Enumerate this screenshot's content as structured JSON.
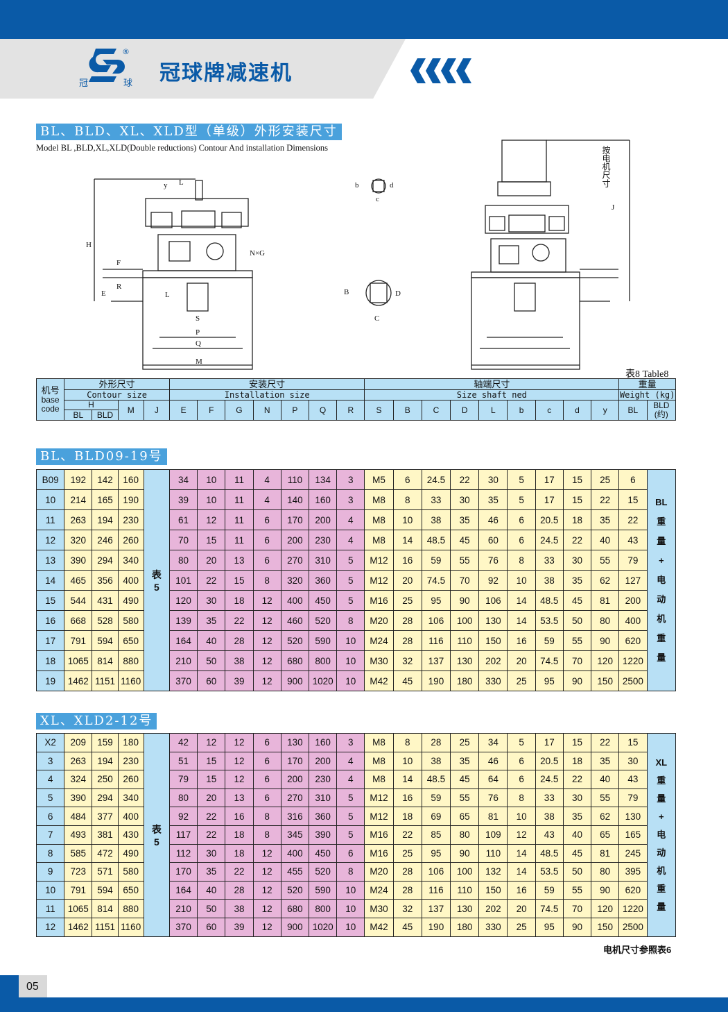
{
  "header": {
    "brand_title": "冠球牌减速机",
    "logo_left": "冠",
    "logo_right": "球",
    "registered": "®"
  },
  "section1": {
    "title": "BL、BLD、XL、XLD型（单级）外形安装尺寸",
    "subtitle": "Model BL ,BLD,XL,XLD(Double reductions) Contour And installation Dimensions"
  },
  "drawing": {
    "labels": [
      "H",
      "F",
      "R",
      "E",
      "L",
      "S",
      "P",
      "Q",
      "M",
      "N×G",
      "y",
      "L",
      "J",
      "b",
      "c",
      "d",
      "B",
      "C",
      "D",
      "按电机尺寸"
    ]
  },
  "table_caption": "表8 Table8",
  "header_table": {
    "base_cn": "机号",
    "base_en1": "base",
    "base_en2": "code",
    "contour_cn": "外形尺寸",
    "contour_en": "Contour size",
    "install_cn": "安装尺寸",
    "install_en": "Installation size",
    "shaft_cn": "轴端尺寸",
    "shaft_en": "Size shaft ned",
    "weight_cn": "重量",
    "weight_en": "Weight (kg)",
    "h": "H",
    "bl": "BL",
    "bld": "BLD",
    "cols": [
      "M",
      "J",
      "E",
      "F",
      "G",
      "N",
      "P",
      "Q",
      "R",
      "S",
      "B",
      "C",
      "D",
      "L",
      "b",
      "c",
      "d",
      "y"
    ],
    "w_bl": "BL",
    "w_bld1": "BLD",
    "w_bld2": "(约)"
  },
  "section2": {
    "title": "BL、BLD09-19号",
    "ref": [
      "表",
      "5"
    ],
    "side": [
      "BL",
      "重",
      "量",
      "+",
      "电",
      "动",
      "机",
      "重",
      "量"
    ],
    "rows": [
      [
        "B09",
        "192",
        "142",
        "160",
        "34",
        "10",
        "11",
        "4",
        "110",
        "134",
        "3",
        "M5",
        "6",
        "24.5",
        "22",
        "30",
        "5",
        "17",
        "15",
        "25",
        "6"
      ],
      [
        "10",
        "214",
        "165",
        "190",
        "39",
        "10",
        "11",
        "4",
        "140",
        "160",
        "3",
        "M8",
        "8",
        "33",
        "30",
        "35",
        "5",
        "17",
        "15",
        "22",
        "15"
      ],
      [
        "11",
        "263",
        "194",
        "230",
        "61",
        "12",
        "11",
        "6",
        "170",
        "200",
        "4",
        "M8",
        "10",
        "38",
        "35",
        "46",
        "6",
        "20.5",
        "18",
        "35",
        "22"
      ],
      [
        "12",
        "320",
        "246",
        "260",
        "70",
        "15",
        "11",
        "6",
        "200",
        "230",
        "4",
        "M8",
        "14",
        "48.5",
        "45",
        "60",
        "6",
        "24.5",
        "22",
        "40",
        "43"
      ],
      [
        "13",
        "390",
        "294",
        "340",
        "80",
        "20",
        "13",
        "6",
        "270",
        "310",
        "5",
        "M12",
        "16",
        "59",
        "55",
        "76",
        "8",
        "33",
        "30",
        "55",
        "79"
      ],
      [
        "14",
        "465",
        "356",
        "400",
        "101",
        "22",
        "15",
        "8",
        "320",
        "360",
        "5",
        "M12",
        "20",
        "74.5",
        "70",
        "92",
        "10",
        "38",
        "35",
        "62",
        "127"
      ],
      [
        "15",
        "544",
        "431",
        "490",
        "120",
        "30",
        "18",
        "12",
        "400",
        "450",
        "5",
        "M16",
        "25",
        "95",
        "90",
        "106",
        "14",
        "48.5",
        "45",
        "81",
        "200"
      ],
      [
        "16",
        "668",
        "528",
        "580",
        "139",
        "35",
        "22",
        "12",
        "460",
        "520",
        "8",
        "M20",
        "28",
        "106",
        "100",
        "130",
        "14",
        "53.5",
        "50",
        "80",
        "400"
      ],
      [
        "17",
        "791",
        "594",
        "650",
        "164",
        "40",
        "28",
        "12",
        "520",
        "590",
        "10",
        "M24",
        "28",
        "116",
        "110",
        "150",
        "16",
        "59",
        "55",
        "90",
        "620"
      ],
      [
        "18",
        "1065",
        "814",
        "880",
        "210",
        "50",
        "38",
        "12",
        "680",
        "800",
        "10",
        "M30",
        "32",
        "137",
        "130",
        "202",
        "20",
        "74.5",
        "70",
        "120",
        "1220"
      ],
      [
        "19",
        "1462",
        "1151",
        "1160",
        "370",
        "60",
        "39",
        "12",
        "900",
        "1020",
        "10",
        "M42",
        "45",
        "190",
        "180",
        "330",
        "25",
        "95",
        "90",
        "150",
        "2500"
      ]
    ]
  },
  "section3": {
    "title": "XL、XLD2-12号",
    "ref": [
      "表",
      "5"
    ],
    "side": [
      "XL",
      "重",
      "量",
      "+",
      "电",
      "动",
      "机",
      "重",
      "量"
    ],
    "rows": [
      [
        "X2",
        "209",
        "159",
        "180",
        "42",
        "12",
        "12",
        "6",
        "130",
        "160",
        "3",
        "M8",
        "8",
        "28",
        "25",
        "34",
        "5",
        "17",
        "15",
        "22",
        "15"
      ],
      [
        "3",
        "263",
        "194",
        "230",
        "51",
        "15",
        "12",
        "6",
        "170",
        "200",
        "4",
        "M8",
        "10",
        "38",
        "35",
        "46",
        "6",
        "20.5",
        "18",
        "35",
        "30"
      ],
      [
        "4",
        "324",
        "250",
        "260",
        "79",
        "15",
        "12",
        "6",
        "200",
        "230",
        "4",
        "M8",
        "14",
        "48.5",
        "45",
        "64",
        "6",
        "24.5",
        "22",
        "40",
        "43"
      ],
      [
        "5",
        "390",
        "294",
        "340",
        "80",
        "20",
        "13",
        "6",
        "270",
        "310",
        "5",
        "M12",
        "16",
        "59",
        "55",
        "76",
        "8",
        "33",
        "30",
        "55",
        "79"
      ],
      [
        "6",
        "484",
        "377",
        "400",
        "92",
        "22",
        "16",
        "8",
        "316",
        "360",
        "5",
        "M12",
        "18",
        "69",
        "65",
        "81",
        "10",
        "38",
        "35",
        "62",
        "130"
      ],
      [
        "7",
        "493",
        "381",
        "430",
        "117",
        "22",
        "18",
        "8",
        "345",
        "390",
        "5",
        "M16",
        "22",
        "85",
        "80",
        "109",
        "12",
        "43",
        "40",
        "65",
        "165"
      ],
      [
        "8",
        "585",
        "472",
        "490",
        "112",
        "30",
        "18",
        "12",
        "400",
        "450",
        "6",
        "M16",
        "25",
        "95",
        "90",
        "110",
        "14",
        "48.5",
        "45",
        "81",
        "245"
      ],
      [
        "9",
        "723",
        "571",
        "580",
        "170",
        "35",
        "22",
        "12",
        "455",
        "520",
        "8",
        "M20",
        "28",
        "106",
        "100",
        "132",
        "14",
        "53.5",
        "50",
        "80",
        "395"
      ],
      [
        "10",
        "791",
        "594",
        "650",
        "164",
        "40",
        "28",
        "12",
        "520",
        "590",
        "10",
        "M24",
        "28",
        "116",
        "110",
        "150",
        "16",
        "59",
        "55",
        "90",
        "620"
      ],
      [
        "11",
        "1065",
        "814",
        "880",
        "210",
        "50",
        "38",
        "12",
        "680",
        "800",
        "10",
        "M30",
        "32",
        "137",
        "130",
        "202",
        "20",
        "74.5",
        "70",
        "120",
        "1220"
      ],
      [
        "12",
        "1462",
        "1151",
        "1160",
        "370",
        "60",
        "39",
        "12",
        "900",
        "1020",
        "10",
        "M42",
        "45",
        "190",
        "180",
        "330",
        "25",
        "95",
        "90",
        "150",
        "2500"
      ]
    ]
  },
  "note": "电机尺寸参照表6",
  "page_number": "05",
  "colors": {
    "brand_blue": "#0a5aa7",
    "section_blue": "#4aa1dc",
    "cell_blue": "#b8e0f5",
    "cell_yellow": "#fff7c6",
    "cell_pink": "#e8b5da"
  }
}
